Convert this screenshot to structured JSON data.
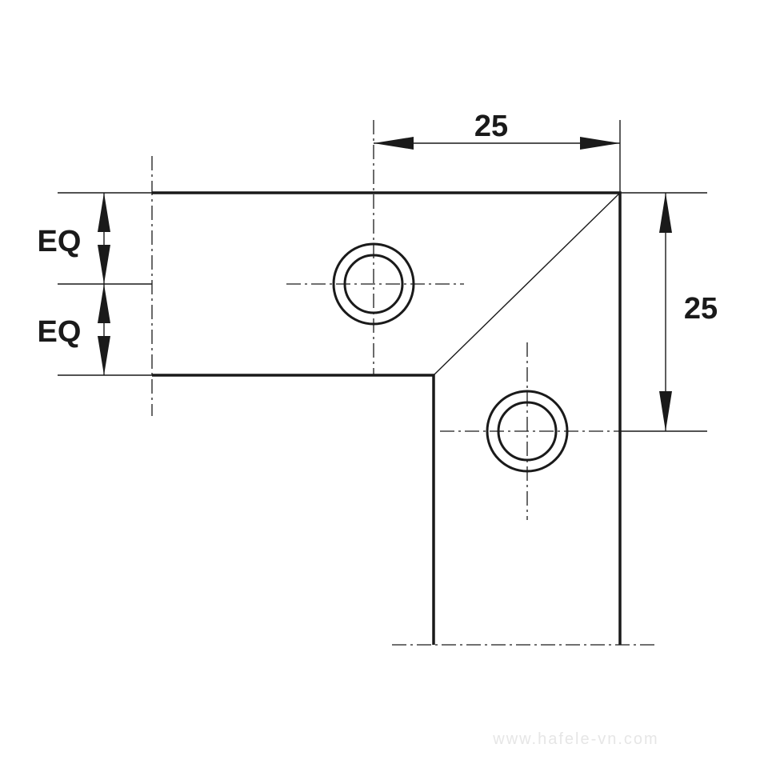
{
  "dimensions": {
    "top_width": "25",
    "right_height": "25",
    "eq_upper": "EQ",
    "eq_lower": "EQ"
  },
  "watermark": "www.hafele-vn.com",
  "colors": {
    "line": "#1a1a1a",
    "background": "#ffffff",
    "watermark": "#e6e6e6"
  }
}
